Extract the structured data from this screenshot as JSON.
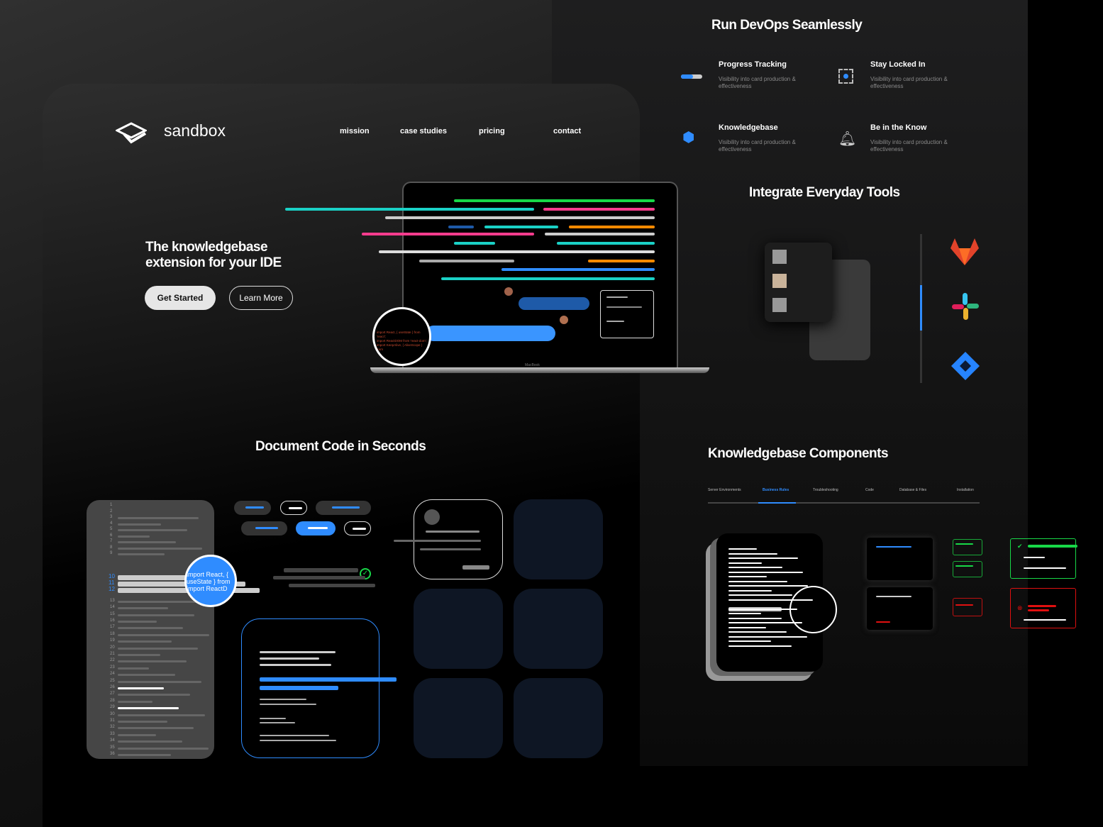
{
  "brand": {
    "name": "sandbox"
  },
  "nav": {
    "items": [
      "mission",
      "case studies",
      "pricing",
      "contact"
    ]
  },
  "hero": {
    "title_line1": "The knowledgebase",
    "title_line2": "extension for your IDE",
    "primary_button": "Get Started",
    "secondary_button": "Learn More",
    "laptop_label": "MacBook",
    "code_lines": [
      "import React, { useState } from 'react';",
      "import ReactDOM from 'react-dom';",
      "import KeepAlive, { AliveScope } from"
    ]
  },
  "devops": {
    "title": "Run DevOps Seamlessly",
    "features": [
      {
        "title": "Progress Tracking",
        "desc": "Visibility into card production & effectiveness",
        "icon": "progress-bar-icon"
      },
      {
        "title": "Stay Locked In",
        "desc": "Visibility into card production & effectiveness",
        "icon": "focus-target-icon"
      },
      {
        "title": "Knowledgebase",
        "desc": "Visibility into card production & effectiveness",
        "icon": "cube-arrows-icon"
      },
      {
        "title": "Be in the Know",
        "desc": "Visibility into card production & effectiveness",
        "icon": "bell-icon"
      }
    ]
  },
  "integrations": {
    "title": "Integrate Everyday Tools",
    "tools": [
      "gitlab",
      "slack",
      "jira"
    ]
  },
  "document": {
    "title": "Document Code in Seconds",
    "line_numbers": [
      "1",
      "2",
      "3",
      "4",
      "5",
      "6",
      "7",
      "8",
      "9",
      "10",
      "11",
      "12",
      "13",
      "14",
      "15",
      "16",
      "17",
      "18",
      "19",
      "20",
      "21",
      "22",
      "23",
      "24",
      "25",
      "26",
      "27",
      "28",
      "29",
      "30",
      "31",
      "32",
      "33",
      "34",
      "35",
      "36"
    ],
    "magnified_code": [
      "import React, {",
      "useState } from",
      "import ReactD"
    ]
  },
  "components": {
    "title": "Knowledgebase Components",
    "tabs": [
      "Server Environments",
      "Business Rules",
      "Troubleshooting",
      "Code",
      "Database & Files",
      "Installation"
    ],
    "active_tab": "Business Rules"
  },
  "colors": {
    "accent": "#2f8cff",
    "green": "#18d848",
    "teal": "#1ad1c6",
    "pink": "#ff3c8e",
    "orange": "#ff8a00",
    "red": "#e01010"
  }
}
